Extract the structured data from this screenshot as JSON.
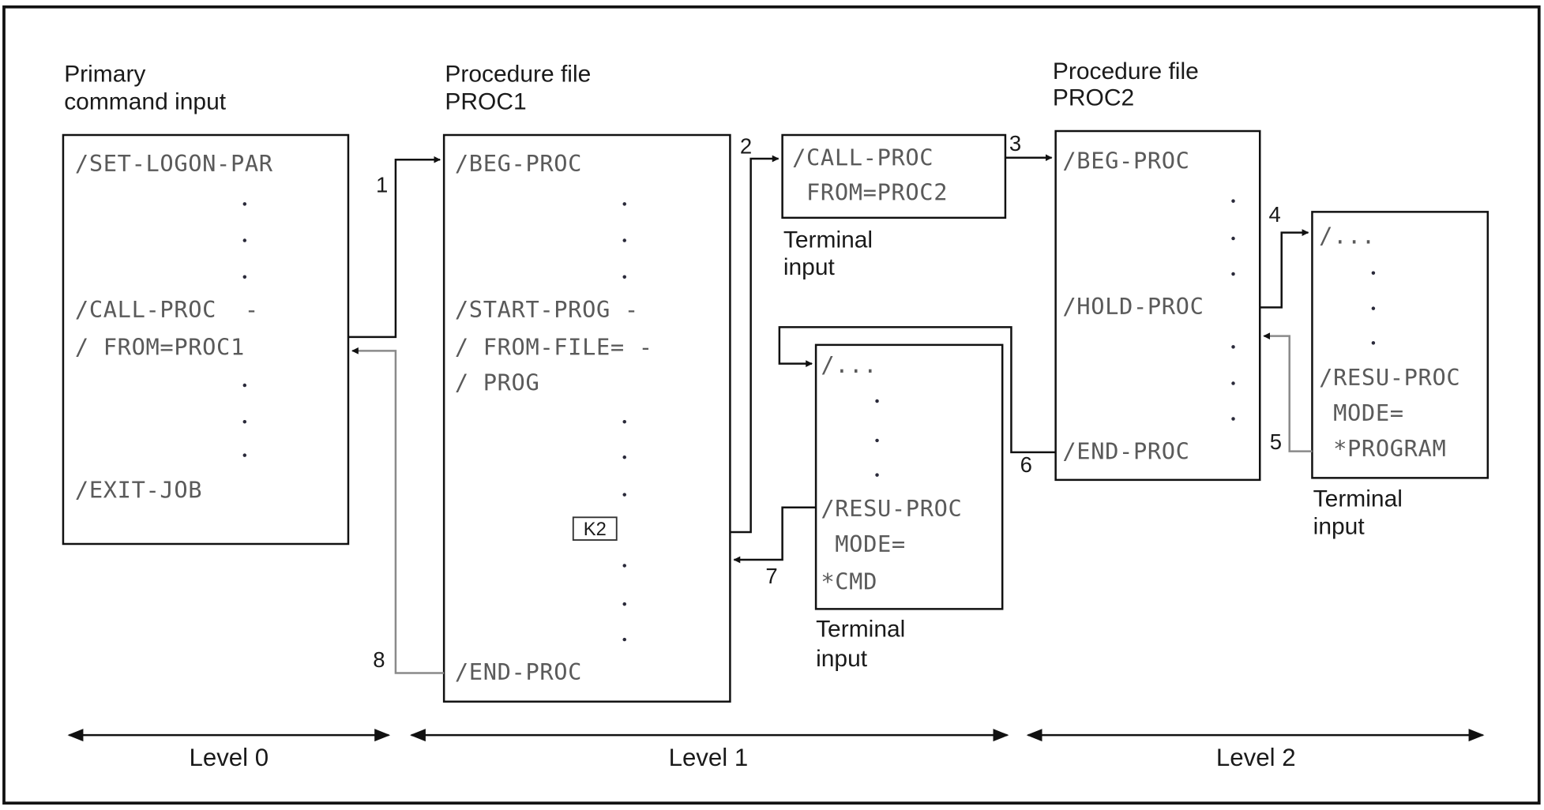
{
  "diagram": {
    "primary": {
      "heading": [
        "Primary",
        "command input"
      ],
      "lines": [
        "/SET-LOGON-PAR",
        ".",
        ".",
        ".",
        "/CALL-PROC  -",
        "/ FROM=PROC1",
        ".",
        ".",
        ".",
        "/EXIT-JOB"
      ]
    },
    "proc1": {
      "heading": [
        "Procedure file",
        "PROC1"
      ],
      "lines": [
        "/BEG-PROC",
        ".",
        ".",
        ".",
        "/START-PROG -",
        "/ FROM-FILE= -",
        "/ PROG",
        ".",
        ".",
        ".",
        ".",
        ".",
        ".",
        "/END-PROC"
      ],
      "marker": "K2"
    },
    "terminal_call": {
      "lines": [
        "/CALL-PROC",
        " FROM=PROC2"
      ],
      "caption": [
        "Terminal",
        "input"
      ]
    },
    "terminal_resume_cmd": {
      "lines": [
        "/...",
        ".",
        ".",
        ".",
        "/RESU-PROC",
        " MODE=",
        "*CMD"
      ],
      "caption": [
        "Terminal",
        "input"
      ]
    },
    "proc2": {
      "heading": [
        "Procedure file",
        "PROC2"
      ],
      "lines": [
        "/BEG-PROC",
        ".",
        ".",
        ".",
        "/HOLD-PROC",
        ".",
        ".",
        ".",
        "/END-PROC"
      ]
    },
    "terminal_resume_program": {
      "lines": [
        "/...",
        ".",
        ".",
        ".",
        "/RESU-PROC",
        " MODE=",
        " *PROGRAM"
      ],
      "caption": [
        "Terminal",
        "input"
      ]
    },
    "steps": [
      "1",
      "2",
      "3",
      "4",
      "5",
      "6",
      "7",
      "8"
    ],
    "levels": [
      "Level 0",
      "Level 1",
      "Level 2"
    ]
  }
}
